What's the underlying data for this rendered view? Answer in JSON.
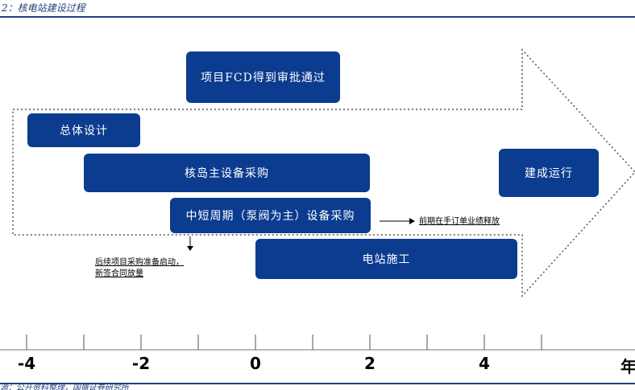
{
  "caption": "2：核电站建设过程",
  "source": "源：公开资料整理，国盛证券研究所",
  "boxes": {
    "fcd_approval": "项目FCD得到审批通过",
    "overall_design": "总体设计",
    "nuclear_island_procurement": "核岛主设备采购",
    "short_cycle_procurement": "中短周期（泵阀为主）设备采购",
    "construction": "电站施工",
    "operation": "建成运行"
  },
  "notes": {
    "right_note": "前期在手订单业绩释放",
    "left_note_line1": "后续项目采购准备启动，",
    "left_note_line2": "新签合同放量"
  },
  "axis": {
    "ticks": [
      {
        "value": -4,
        "label": "-4"
      },
      {
        "value": -3,
        "label": ""
      },
      {
        "value": -2,
        "label": "-2"
      },
      {
        "value": -1,
        "label": ""
      },
      {
        "value": 0,
        "label": "0"
      },
      {
        "value": 1,
        "label": ""
      },
      {
        "value": 2,
        "label": "2"
      },
      {
        "value": 3,
        "label": ""
      },
      {
        "value": 4,
        "label": "4"
      },
      {
        "value": 5,
        "label": ""
      }
    ],
    "unit_label": "年"
  },
  "colors": {
    "box_fill": "#0b3c8f",
    "rule": "#1f3f7a"
  }
}
